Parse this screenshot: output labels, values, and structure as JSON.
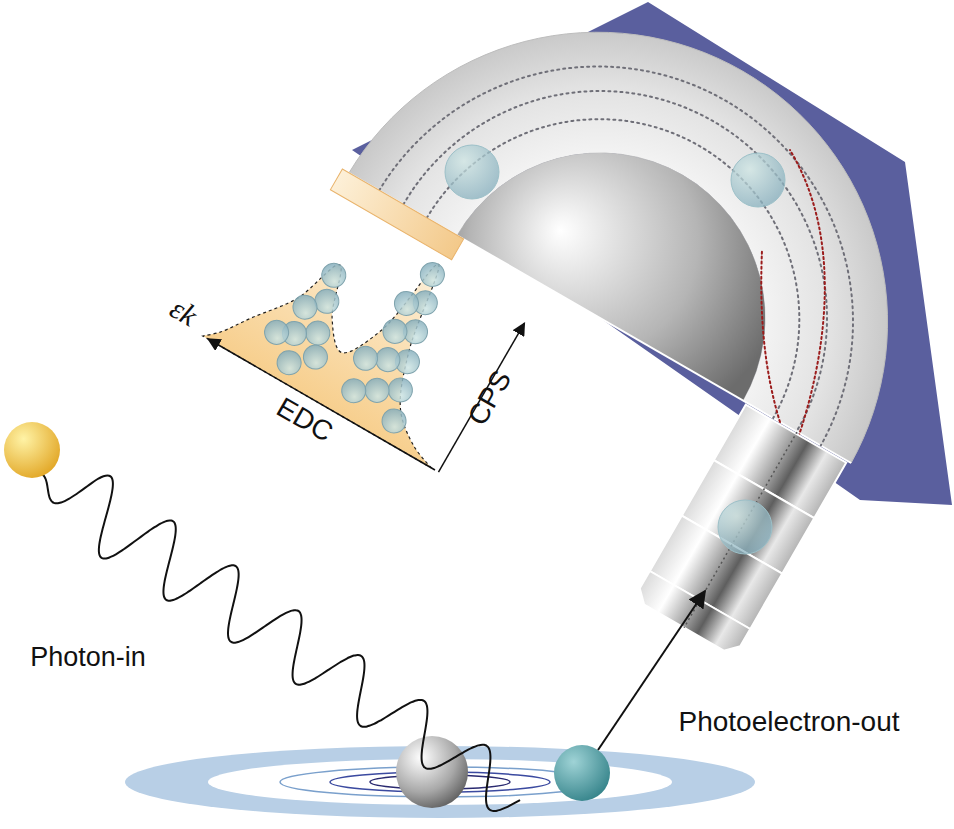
{
  "diagram": {
    "labels": [
      "εk",
      "EDC",
      "CPS",
      "Photon-in",
      "Photoelectron-out"
    ]
  }
}
